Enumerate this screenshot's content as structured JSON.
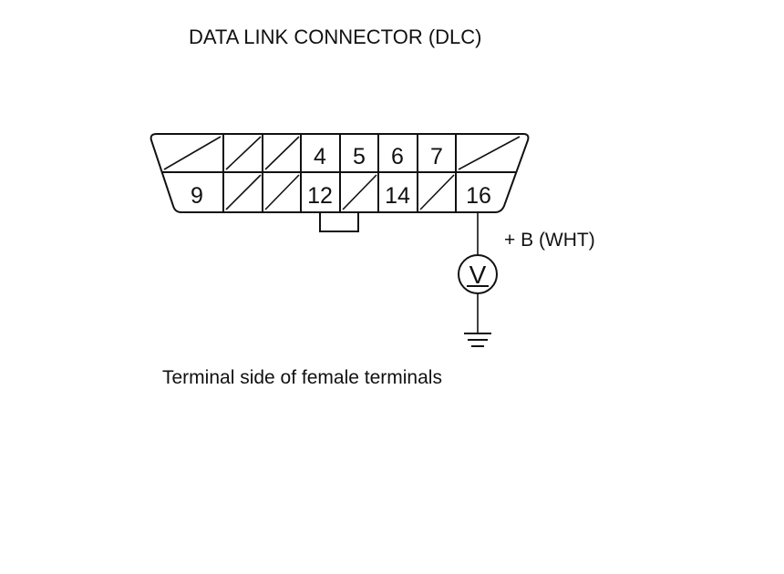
{
  "title": "DATA LINK CONNECTOR (DLC)",
  "connector": {
    "top_row_pins": [
      "4",
      "5",
      "6",
      "7"
    ],
    "bottom_row_pins": [
      "9",
      "12",
      "14",
      "16"
    ]
  },
  "meter": {
    "symbol": "V",
    "wire_label": "+ B (WHT)"
  },
  "caption": "Terminal side of female terminals",
  "icons": {
    "voltmeter": "voltmeter-icon",
    "ground": "ground-icon"
  }
}
